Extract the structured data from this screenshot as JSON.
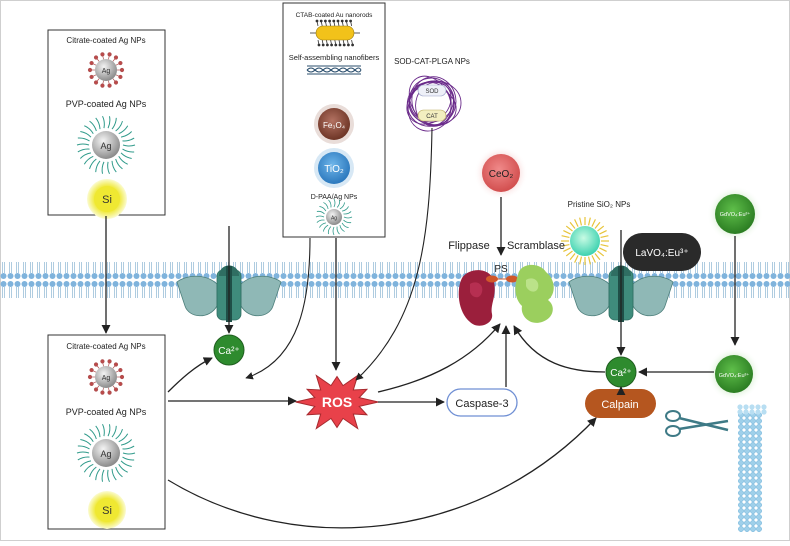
{
  "left_box_top": {
    "title_citrate": "Citrate-coated Ag NPs",
    "ag_label_1": "Ag",
    "title_pvp": "PVP-coated Ag NPs",
    "ag_label_2": "Ag",
    "si_label": "Si"
  },
  "left_box_bottom": {
    "title_citrate": "Citrate-coated Ag NPs",
    "ag_label_1": "Ag",
    "title_pvp": "PVP-coated Ag NPs",
    "ag_label_2": "Ag",
    "si_label": "Si"
  },
  "center_box": {
    "ctab_title": "CTAB-coated Au nanorods",
    "fibers_title": "Self-assembling nanofibers",
    "fe3o4_label": "Fe₃O₄",
    "tio2_label": "TiO₂",
    "dpaa_title": "D-PAA/Ag NPs",
    "dpaa_ag_label": "Ag"
  },
  "sod_cat": {
    "title": "SOD-CAT-PLGA NPs",
    "sod_label": "SOD",
    "cat_label": "CAT"
  },
  "ceo2_label": "CeO₂",
  "pristine_title": "Pristine SiO₂ NPs",
  "lavo4_label": "LaVO₄:Eu³⁺",
  "gdvo4_top_label": "GdVO₄:Eu³⁺",
  "gdvo4_bottom_label": "GdVO₄:Eu³⁺",
  "flippase_label": "Flippase",
  "scramblase_label": "Scramblase",
  "ps_label": "PS",
  "ca_left_label": "Ca²⁺",
  "ca_right_label": "Ca²⁺",
  "ros_label": "ROS",
  "caspase_label": "Caspase-3",
  "calpain_label": "Calpain",
  "colors": {
    "membrane_head": "#7fb3dc",
    "channel": "#8fb8b6",
    "channel_dark": "#2f6e62",
    "ca_green": "#2e8b2e",
    "ros_red": "#e8414a",
    "calpain_brown": "#b5561f",
    "caspase_border": "#6f8fd4",
    "flippase": "#9b1f3c",
    "scramblase": "#9bcf5e",
    "ceo2": "#e06a6a",
    "tio2": "#3a8fd0",
    "fe3o4": "#8a4b3a",
    "si_yellow": "#f2ef3a"
  }
}
